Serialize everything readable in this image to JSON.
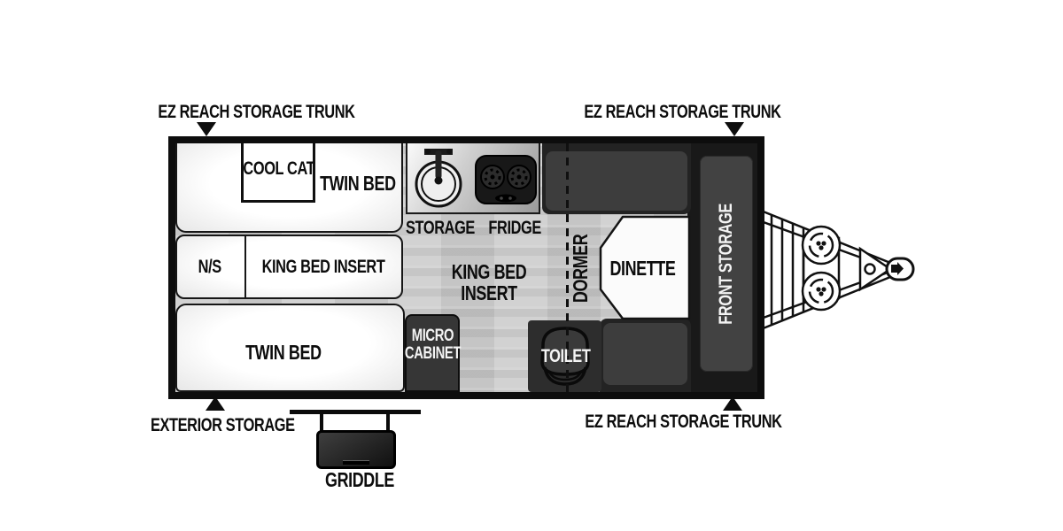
{
  "colors": {
    "wall": "#0d0d0d",
    "floor": "#cdcdcd",
    "furniture_dark": "#3d3d3d",
    "bench_shell": "#232323",
    "panel_gray": "#424242",
    "text_dark": "#0d0d0d",
    "text_light": "#f4f4f4"
  },
  "exterior_labels": {
    "ez_reach_top_left": "EZ REACH STORAGE TRUNK",
    "ez_reach_top_right": "EZ REACH STORAGE TRUNK",
    "ez_reach_bottom_right": "EZ REACH STORAGE TRUNK",
    "exterior_storage": "EXTERIOR STORAGE",
    "griddle": "GRIDDLE"
  },
  "interior_labels": {
    "cool_cat": "COOL CAT",
    "twin_bed_top": "TWIN BED",
    "night_stand": "N/S",
    "king_bed_insert_side": "KING BED INSERT",
    "twin_bed_bottom": "TWIN BED",
    "micro_cabinet": "MICRO CABINET",
    "storage": "STORAGE",
    "fridge": "FRIDGE",
    "king_bed_insert_floor": "KING BED INSERT",
    "dormer": "DORMER",
    "dinette": "DINETTE",
    "toilet": "TOILET",
    "front_storage": "FRONT STORAGE"
  }
}
